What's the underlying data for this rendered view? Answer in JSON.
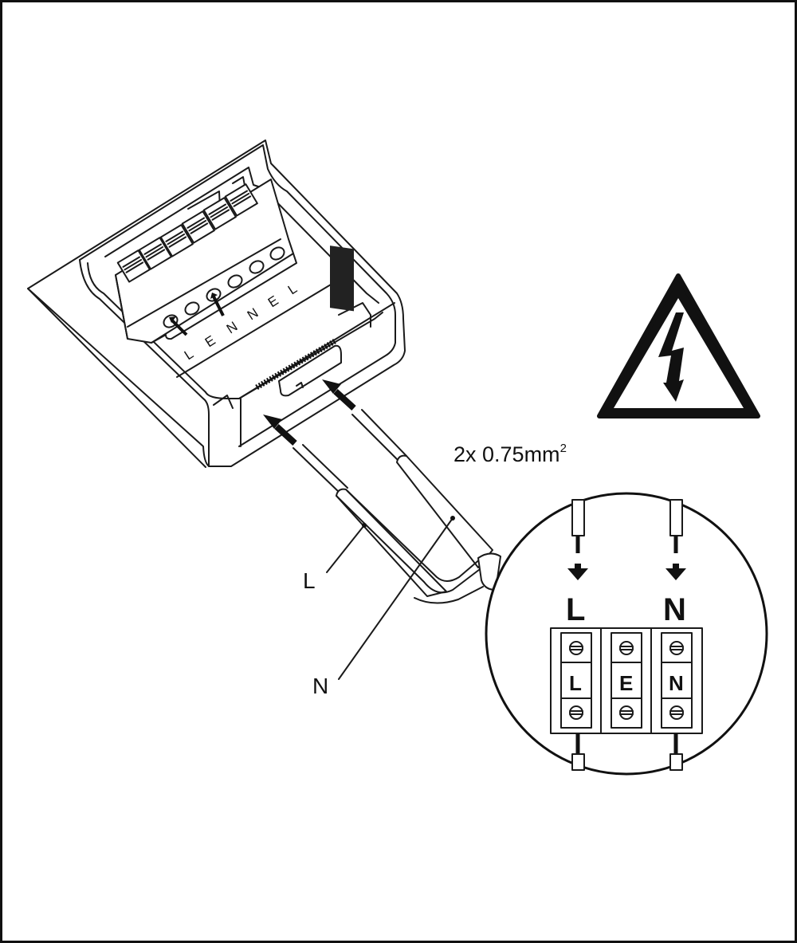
{
  "terminal_labels": [
    "L",
    "E",
    "N",
    "N",
    "E",
    "L"
  ],
  "cable_spec": {
    "text": "2x 0.75mm",
    "superscript": "2"
  },
  "callouts": {
    "live": "L",
    "neutral": "N"
  },
  "detail": {
    "wire_labels": [
      "L",
      "N"
    ],
    "terminals": [
      "L",
      "E",
      "N"
    ]
  },
  "icons": [
    "electrical-hazard-warning-icon",
    "insert-arrow-icon"
  ],
  "colors": {
    "line": "#1a1a1a",
    "background": "#ffffff"
  }
}
